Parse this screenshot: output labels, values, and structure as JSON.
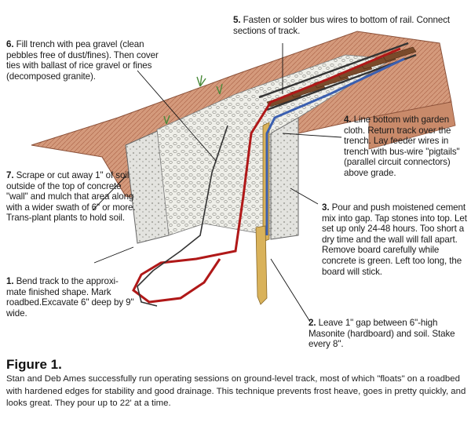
{
  "notes": [
    {
      "num": "1.",
      "text": "Bend track to the approxi-mate finished shape. Mark roadbed.Excavate 6\" deep by 9\" wide."
    },
    {
      "num": "2.",
      "text": "Leave 1\" gap between 6\"-high Masonite (hardboard) and soil. Stake every 8\"."
    },
    {
      "num": "3.",
      "text": "Pour and push moistened cement mix into gap. Tap stones into top. Let set up only 24-48 hours. Too short a dry time and the wall will fall apart. Remove board carefully while concrete is green. Left too long, the board will stick."
    },
    {
      "num": "4.",
      "text": "Line bottom with garden cloth. Return track over the trench. Lay feeder wires in trench with bus-wire \"pigtails\" (parallel circuit connectors) above grade."
    },
    {
      "num": "5.",
      "text": "Fasten or solder bus wires to bottom of rail. Connect sections of track."
    },
    {
      "num": "6.",
      "text": "Fill trench with pea gravel (clean pebbles free of dust/fines). Then cover ties with ballast of rice gravel or fines (decomposed granite)."
    },
    {
      "num": "7.",
      "text": "Scrape or cut away 1\" of soil outside of the top of concrete \"wall\" and mulch that area along with a wider swath of 6\" or more. Trans-plant plants to hold soil."
    }
  ],
  "figure": {
    "title": "Figure 1.",
    "caption": "Stan and Deb Ames successfully run operating sessions on ground-level track, most of which \"floats\" on a roadbed with hardened edges for stability and good drainage. This technique prevents frost heave, goes in pretty quickly, and looks great. They pour up to 22' at a time."
  },
  "colors": {
    "soil": "#c98a6a",
    "concrete": "#dcdcd8",
    "gravel": "#ecece6",
    "red_wire": "#b01818",
    "blue_wire": "#3a5fb0",
    "board": "#d9b25a",
    "rail_tie": "#7a4a2a"
  }
}
